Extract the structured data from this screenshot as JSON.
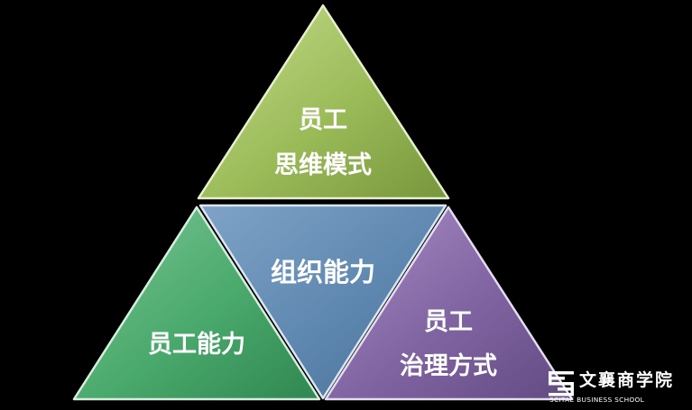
{
  "diagram": {
    "top": {
      "line1": "员工",
      "line2": "思维模式",
      "color": "#9bbb59"
    },
    "center": {
      "label": "组织能力",
      "color": "#4f81bd"
    },
    "left": {
      "label": "员工能力",
      "color": "#4aa96c"
    },
    "right": {
      "line1": "员工",
      "line2": "治理方式",
      "color": "#8064a2"
    }
  },
  "brand": {
    "name_cn": "文襄商学院",
    "name_en": "SCITAE BUSINESS SCHOOL",
    "logo_icon": "scitae-logo-icon"
  }
}
